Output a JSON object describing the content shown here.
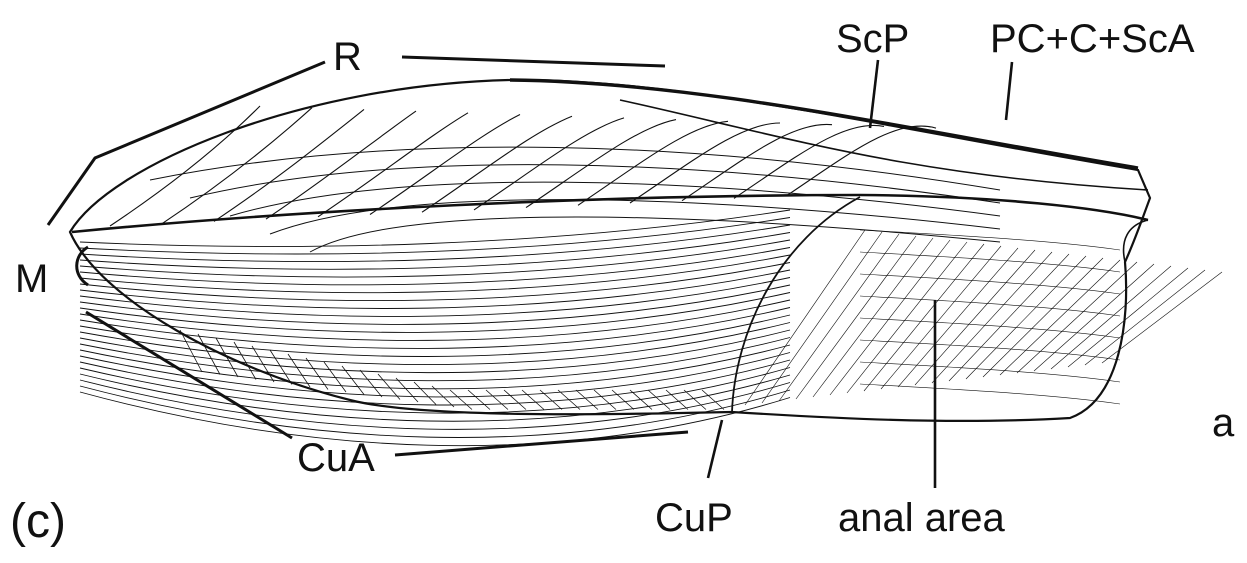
{
  "figure": {
    "panel_label": "(c)",
    "corner_mark": "a",
    "labels": {
      "r": "R",
      "scp": "ScP",
      "pc_c_sca": "PC+C+ScA",
      "m": "M",
      "cua": "CuA",
      "cup": "CuP",
      "anal_area": "anal area"
    }
  },
  "colors": {
    "ink": "#111111",
    "background": "#ffffff"
  }
}
